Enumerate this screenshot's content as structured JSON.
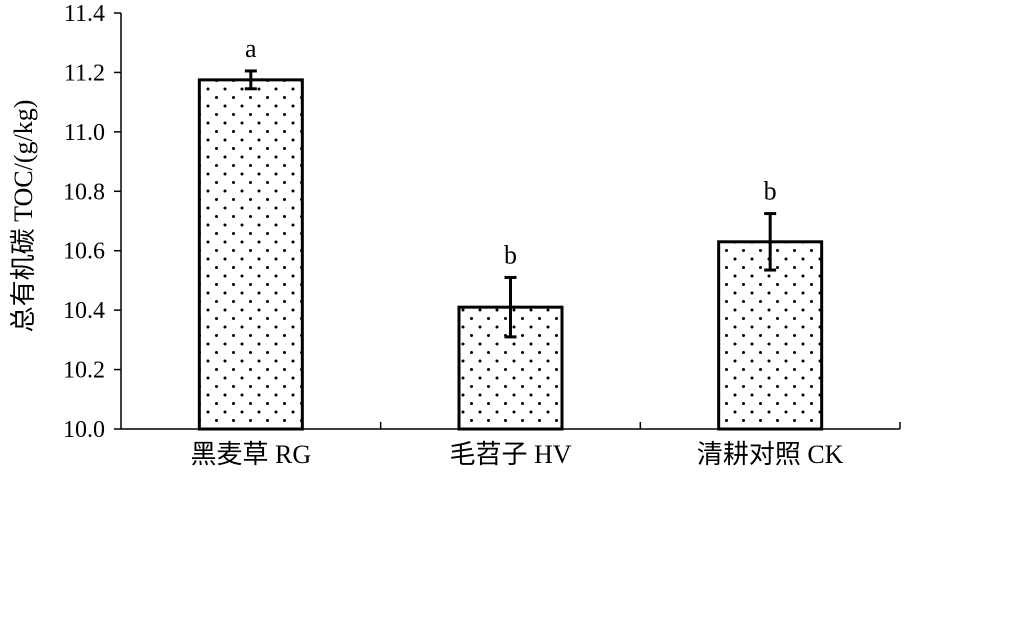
{
  "chart_data": {
    "type": "bar",
    "title": "",
    "xlabel": "",
    "ylabel": "总有机碳 TOC/(g/kg)",
    "ylim": [
      10.0,
      11.4
    ],
    "yticks": [
      "10.0",
      "10.2",
      "10.4",
      "10.6",
      "10.8",
      "11.0",
      "11.2",
      "11.4"
    ],
    "categories": [
      "黑麦草 RG",
      "毛苕子 HV",
      "清耕对照 CK"
    ],
    "values": [
      11.175,
      10.41,
      10.63
    ],
    "errors": [
      0.03,
      0.1,
      0.095
    ],
    "significance": [
      "a",
      "b",
      "b"
    ],
    "fill_pattern": "dots",
    "bar_fill": "#ffffff",
    "bar_stroke": "#000000",
    "grid": false,
    "legend": "none"
  }
}
